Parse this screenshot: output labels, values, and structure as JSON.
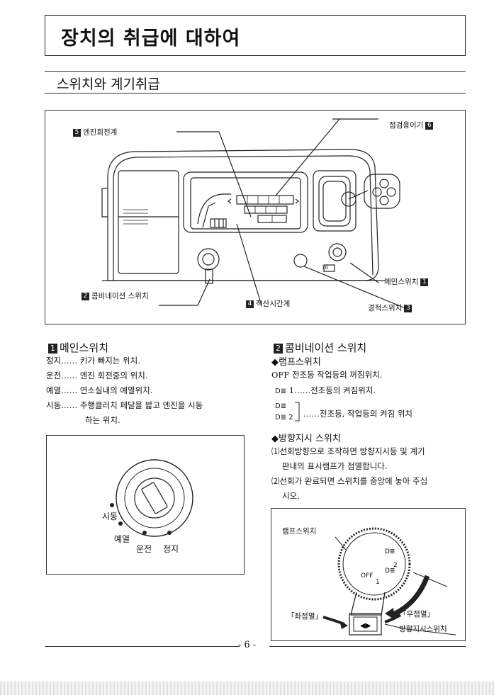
{
  "page_title": "장치의 취급에 대하여",
  "section_title": "스위치와 계기취급",
  "figure1": {
    "callouts": [
      {
        "num": "5",
        "text": "엔진회전계"
      },
      {
        "num": "6",
        "text": "점검용이기"
      },
      {
        "num": "1",
        "text": "메인스위치"
      },
      {
        "num": "2",
        "text": "콤비네이션 스위치"
      },
      {
        "num": "4",
        "text": "적산시간계"
      },
      {
        "num": "3",
        "text": "경적스위치"
      }
    ],
    "hourmeter_value": "70"
  },
  "main_switch": {
    "num": "1",
    "heading": "메인스위치",
    "rows": [
      {
        "term": "정지",
        "dots": "……",
        "desc": "키가 빠지는 위치."
      },
      {
        "term": "운전",
        "dots": "……",
        "desc": "엔진 회전중의 위치."
      },
      {
        "term": "예열",
        "dots": "……",
        "desc": "연소실내의 예열위치."
      },
      {
        "term": "시동",
        "dots": "……",
        "desc": "주행클러치 페달을 밟고 엔진을 시동"
      }
    ],
    "row_cont": "하는 위치.",
    "dial_labels": {
      "start": "시동",
      "preheat": "예열",
      "run": "운전",
      "stop": "정지"
    }
  },
  "combo_switch": {
    "num": "2",
    "heading": "콤비네이션 스위치",
    "lamp_heading": "◆램프스위치",
    "lamp_off": "OFF  전조등 작업등의 꺼짐위치.",
    "lamp_1": "1……전조등의 켜짐위치.",
    "lamp_2_num": "2",
    "lamp_2_desc": "……전조등, 작업등의 켜짐 위치",
    "turn_heading": "◆방향지시 스위치",
    "turn_1a": "⑴선회방향으로 조작하면 방향지시등 및 계기",
    "turn_1b": "판내의 표시램프가 점멸합니다.",
    "turn_2a": "⑵선회가 완료되면 스위치를 중앙에 놓아 주십",
    "turn_2b": "시오.",
    "fig_labels": {
      "lamp_switch": "램프스위치",
      "left_blink": "「좌점멸」",
      "right_blink": "「우점멸」",
      "turn_switch": "방향지시스위치",
      "off": "OFF",
      "pos1": "1",
      "pos2": "2"
    }
  },
  "page_number": "- 6 -"
}
